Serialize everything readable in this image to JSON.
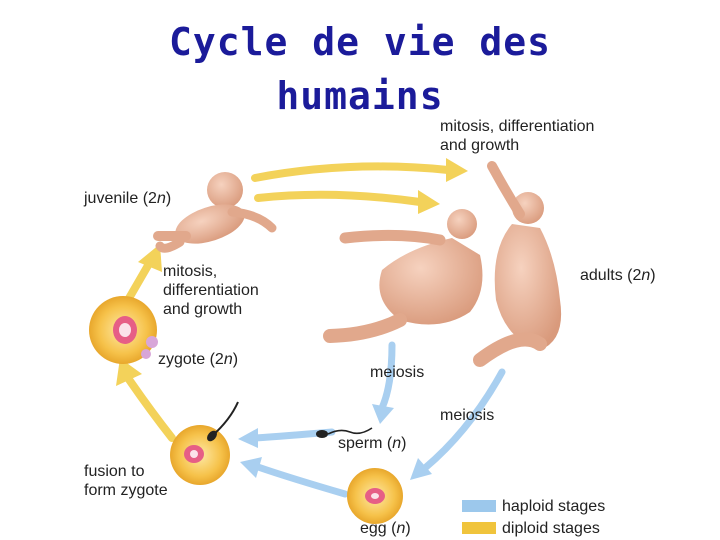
{
  "title": {
    "line1": "Cycle de vie des",
    "line2": "humains"
  },
  "labels": {
    "mitosis_top_line1": "mitosis, differentiation",
    "mitosis_top_line2": "and growth",
    "juvenile_prefix": "juvenile (2",
    "juvenile_n": "n",
    "juvenile_suffix": ")",
    "mitosis_left_line1": "mitosis,",
    "mitosis_left_line2": "differentiation",
    "mitosis_left_line3": "and growth",
    "adults_prefix": "adults (2",
    "adults_n": "n",
    "adults_suffix": ")",
    "zygote_prefix": "zygote (2",
    "zygote_n": "n",
    "zygote_suffix": ")",
    "meiosis_upper": "meiosis",
    "meiosis_lower": "meiosis",
    "sperm_prefix": "sperm (",
    "sperm_n": "n",
    "sperm_suffix": ")",
    "fusion_line1": "fusion to",
    "fusion_line2": "form zygote",
    "egg_prefix": "egg (",
    "egg_n": "n",
    "egg_suffix": ")"
  },
  "legend": [
    {
      "label": "haploid stages",
      "color": "#9cc8ec"
    },
    {
      "label": "diploid stages",
      "color": "#f0c43c"
    }
  ],
  "colors": {
    "title": "#1b1b9a",
    "haploid_arrow": "#a9cff0",
    "diploid_arrow": "#f3d25a",
    "cell_fill": "#f6c24a",
    "nucleus": "#e65e86",
    "skin": "#e9b49a"
  }
}
